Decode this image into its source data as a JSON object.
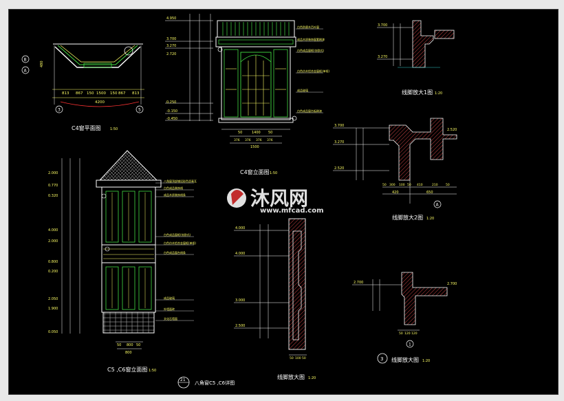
{
  "titles": {
    "plan_c4": "C4窗平面图",
    "elev_c4": "C4窗立面图",
    "elev_c5c6": "C5 ,C6窗立面图",
    "detail_octagon": "八角窗C5 ,C6详图",
    "wainscot": "线脚放大图",
    "wainscot_1": "线脚放大1图",
    "wainscot_2": "线脚放大2图",
    "wainscot_3": "线脚放大图"
  },
  "scales": {
    "s1_50": "1:50",
    "s1_20": "1:20"
  },
  "detail_number": "21",
  "circle_three": "3",
  "axes": {
    "b": "B",
    "a": "A",
    "three": "3",
    "five": "5",
    "one": "1",
    "a2": "A"
  },
  "dims": {
    "plan_bottom": [
      "813",
      "867",
      "150",
      "1500",
      "150",
      "867",
      "813"
    ],
    "plan_total": "4200",
    "plan_left": "480",
    "elev_c4_levels": [
      "4.950",
      "3.700",
      "3.270",
      "2.720",
      "0.250",
      "-0.150",
      "-0.450"
    ],
    "elev_c4_bottom": [
      "50",
      "1400",
      "50"
    ],
    "elev_c4_sub": [
      "376",
      "376",
      "376",
      "376"
    ],
    "elev_c4_total": "1500",
    "c5_levels": [
      "2.000",
      "0.770",
      "0.320",
      "4.000",
      "2.000",
      "0.800",
      "0.200",
      "2.050",
      "1.900",
      "0.050"
    ],
    "c5_bottom": [
      "50",
      "800",
      "50"
    ],
    "c5_total": "800",
    "wainscot_levels": [
      "4.000",
      "4.000",
      "3.000",
      "2.500"
    ],
    "wainscot_bottom": [
      "50",
      "100",
      "50"
    ],
    "wd1_levels": [
      "3.700",
      "3.270"
    ],
    "wd2_levels": [
      "3.700",
      "3.270",
      "2.520"
    ],
    "wd2_bottom": [
      "50",
      "300",
      "100",
      "50",
      "410",
      "210",
      "50"
    ],
    "wd2_total": [
      "420",
      "650"
    ],
    "wd3_levels": [
      "2.700"
    ],
    "wd3_bottom": [
      "50",
      "120",
      "120"
    ]
  },
  "notes": {
    "n1": "成品木质装饰窗套刷漆",
    "n2": "白色防腐木百叶窗",
    "n3": "外墙面砖",
    "n4": "白色成品窗框(仿欧式)",
    "n5": "白色仿木铝合金窗框(单框)",
    "n6": "成品玻璃",
    "n7": "白色成品窗台板刷漆",
    "n8": "八角窗顶部铺设彩色沥青瓦",
    "n9": "白色成品装饰线",
    "n10": "成品木质装饰线条",
    "n11": "白色成品窗台线条",
    "n12": "文化石墙面"
  },
  "watermark": {
    "brand": "沐风网",
    "url": "www.mfcad.com"
  },
  "colors": {
    "sheet": "#000000",
    "line": "#ffffff",
    "green": "#44dd44",
    "yellow": "#ffff66",
    "red": "#ff3333",
    "cyan": "#33cccc",
    "magenta": "#ff44ff",
    "hatch": "#cc4444"
  }
}
